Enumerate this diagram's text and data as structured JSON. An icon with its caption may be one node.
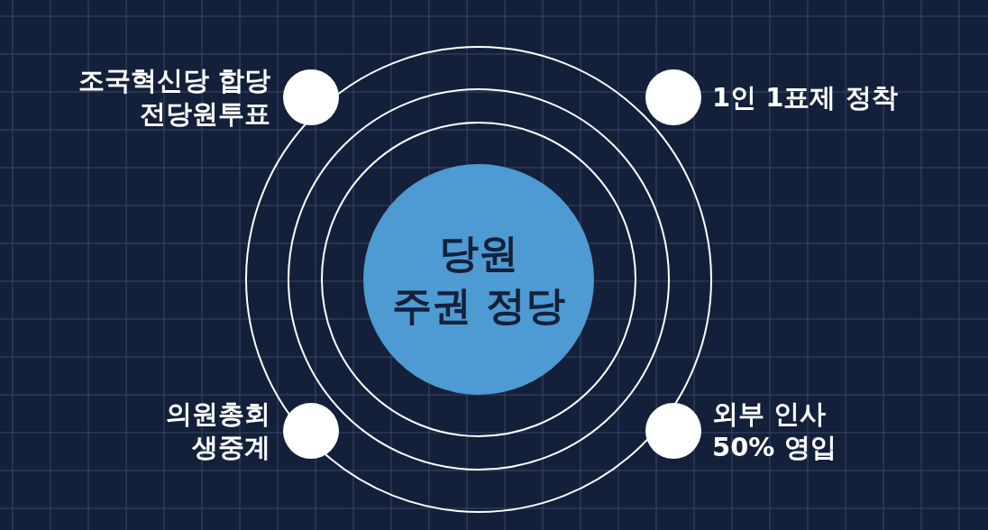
{
  "diagram": {
    "nodes": [
      {
        "text": [
          "당원 주권 정당"
        ]
      },
      {
        "text": [],
        "shape": "circle",
        "beside": [
          "조국혁신당 합당 전당원투표"
        ]
      },
      {
        "text": [],
        "shape": "circle",
        "beside": [
          "1인 1표제 정착"
        ]
      },
      {
        "text": [],
        "shape": "circle",
        "beside": [
          "의원총회 생중계"
        ]
      },
      {
        "text": [],
        "shape": "circle",
        "beside": [
          "외부 인사 50% 영입"
        ]
      }
    ]
  }
}
